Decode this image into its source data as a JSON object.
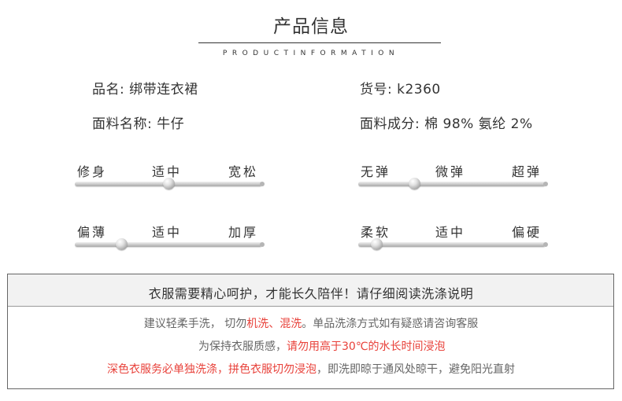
{
  "header": {
    "title": "产品信息",
    "subtitle": "PRODUCTINFORMATION"
  },
  "info": {
    "name": "品名:  绑带连衣裙",
    "item_no": "货号:  k2360",
    "fabric_name": "面料名称:  牛仔",
    "fabric_composition": "面料成分:  棉 98%    氨纶 2%"
  },
  "sliders": [
    {
      "labels": [
        "修身",
        "适中",
        "宽松"
      ],
      "value": 0.5
    },
    {
      "labels": [
        "无弹",
        "微弹",
        "超弹"
      ],
      "value": 0.3
    },
    {
      "labels": [
        "偏薄",
        "适中",
        "加厚"
      ],
      "value": 0.25
    },
    {
      "labels": [
        "柔软",
        "适中",
        "偏硬"
      ],
      "value": 0.1
    }
  ],
  "care": {
    "heading": "衣服需要精心呵护，才能长久陪伴！请仔细阅读洗涤说明",
    "line1": {
      "a": "建议轻柔手洗，  切勿",
      "b": "机洗、混洗",
      "c": "。单品洗涤方式如有疑惑请咨询客服"
    },
    "line2": {
      "a": "为保持衣服质感，",
      "b": "请勿用高于30℃的水长时间浸泡"
    },
    "line3": {
      "a": "深色衣服务必单独洗涤，拼色衣服切勿浸泡",
      "b": "，即洗即晾于通风处晾干，避免阳光直射"
    }
  },
  "colors": {
    "accent_red": "#e8413a",
    "text": "#333333",
    "muted": "#666666"
  }
}
